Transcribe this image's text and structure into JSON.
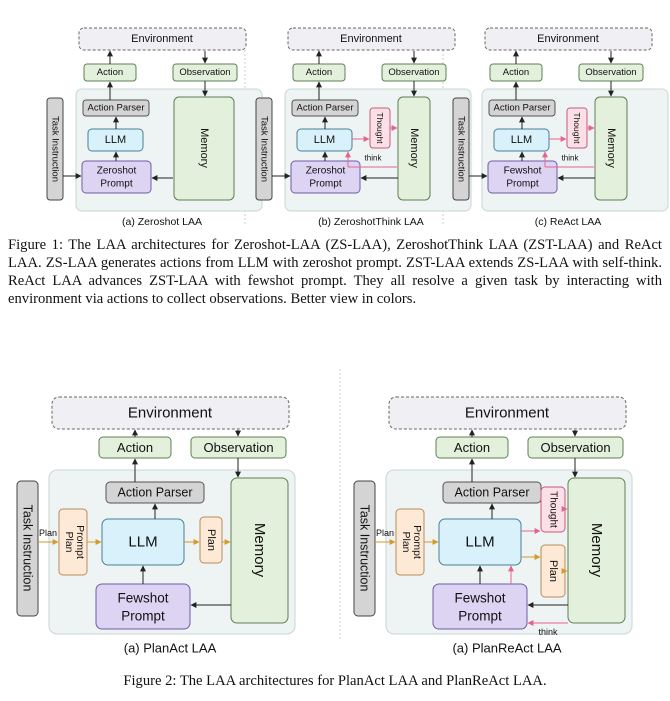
{
  "common": {
    "environment": "Environment",
    "action": "Action",
    "observation": "Observation",
    "action_parser": "Action Parser",
    "llm": "LLM",
    "memory": "Memory",
    "task_instruction": "Task Instruction",
    "thought": "Thought",
    "think": "think",
    "plan": "Plan",
    "plan_prompt": "Plan Prompt",
    "zeroshot_line1": "Zeroshot",
    "fewshot_line1": "Fewshot",
    "prompt_line2": "Prompt"
  },
  "figure1": {
    "subcaptions": [
      "(a) Zeroshot LAA",
      "(b) ZeroshotThink LAA",
      "(c) ReAct LAA"
    ],
    "caption": "Figure 1: The LAA architectures for Zeroshot-LAA (ZS-LAA), ZeroshotThink LAA (ZST-LAA) and ReAct LAA. ZS-LAA generates actions from LLM with zeroshot prompt. ZST-LAA extends ZS-LAA with self-think. ReAct LAA advances ZST-LAA with fewshot prompt. They all resolve a given task by interacting with environment via actions to collect observations. Better view in colors."
  },
  "figure2": {
    "subcaptions": [
      "(a) PlanAct LAA",
      "(a) PlanReAct LAA"
    ],
    "caption": "Figure 2: The LAA architectures for PlanAct LAA and PlanReAct LAA."
  },
  "colors": {
    "env_fill": "#f0f0f4",
    "green_fill": "#e3f1dc",
    "green_stroke": "#5f7f55",
    "blue_fill": "#d8f1fa",
    "blue_stroke": "#4a7f96",
    "purple_fill": "#dcd4f2",
    "purple_stroke": "#6f5ca8",
    "gray_fill": "#d4d4d4",
    "panel_fill": "#eef4f4",
    "thought_fill": "#fbe0e7",
    "thought_stroke": "#c95a7a",
    "plan_fill": "#fde9d6",
    "plan_stroke": "#b98a5c",
    "think_color": "#e6638f",
    "plan_arrow": "#d49a2a"
  }
}
